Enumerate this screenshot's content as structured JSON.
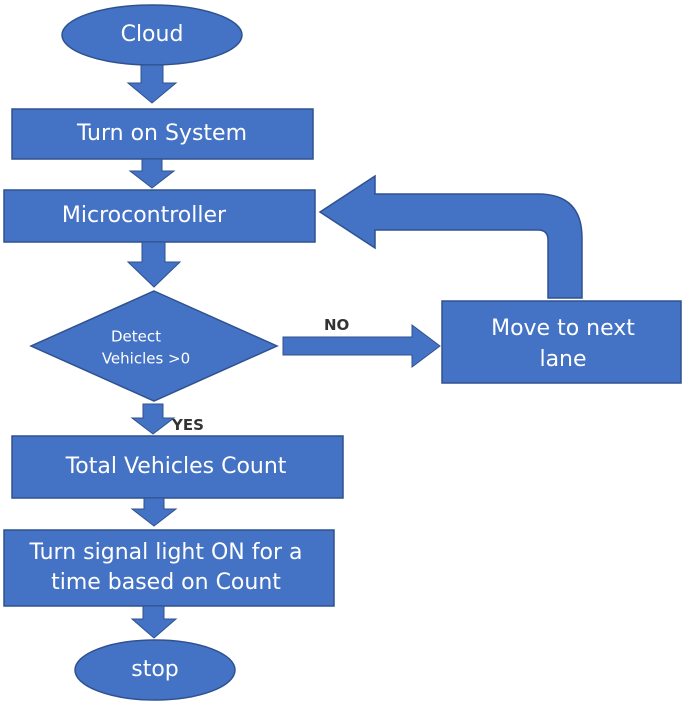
{
  "colors": {
    "shape_fill": "#4472C4",
    "shape_stroke": "#2F528F",
    "text": "#FFFFFF",
    "label_text": "#333333"
  },
  "nodes": {
    "cloud": "Cloud",
    "turn_on_system": "Turn on System",
    "microcontroller": "Microcontroller",
    "decision_line1": "Detect",
    "decision_line2": "Vehicles >0",
    "move_line1": "Move to next",
    "move_line2": "lane",
    "total_count": "Total  Vehicles Count",
    "signal_line1": "Turn signal light ON for a",
    "signal_line2": "time based on Count",
    "stop": "stop"
  },
  "labels": {
    "no": "NO",
    "yes": "YES"
  }
}
